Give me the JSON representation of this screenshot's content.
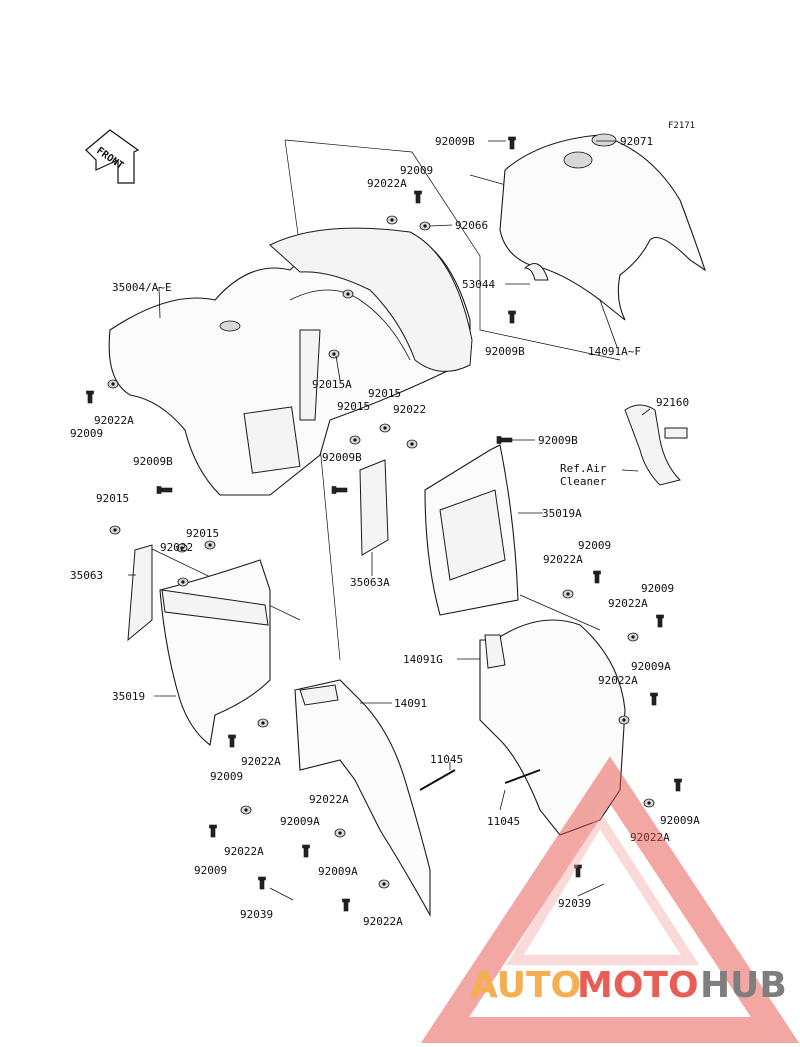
{
  "diagram": {
    "figure_code": "F2171",
    "front_label": "FRONT",
    "ref_note_line1": "Ref.Air",
    "ref_note_line2": "Cleaner",
    "watermark_auto": "AUTO",
    "watermark_moto": "MOTO",
    "watermark_hub": "HUB",
    "colors": {
      "line": "#1a1a1a",
      "brand_orange": "#f4a43a",
      "brand_red": "#e5483f",
      "brand_gray": "#6d6d6d"
    },
    "parts": [
      "92009B",
      "92071",
      "92009",
      "92022A",
      "92066",
      "35004/A~E",
      "53044",
      "92009B",
      "14091A~F",
      "92015A",
      "92015",
      "92015",
      "92022",
      "92009B",
      "92022A",
      "92009",
      "92009B",
      "92009B",
      "92160",
      "35019A",
      "92015",
      "92015",
      "92022",
      "35063",
      "35063A",
      "92009",
      "92022A",
      "92009",
      "92022A",
      "14091G",
      "92009A",
      "92022A",
      "35019",
      "14091",
      "92022A",
      "92009",
      "11045",
      "92022A",
      "92009A",
      "11045",
      "92009A",
      "92022A",
      "92022A",
      "92009",
      "92009A",
      "92039",
      "92039",
      "92022A"
    ]
  }
}
